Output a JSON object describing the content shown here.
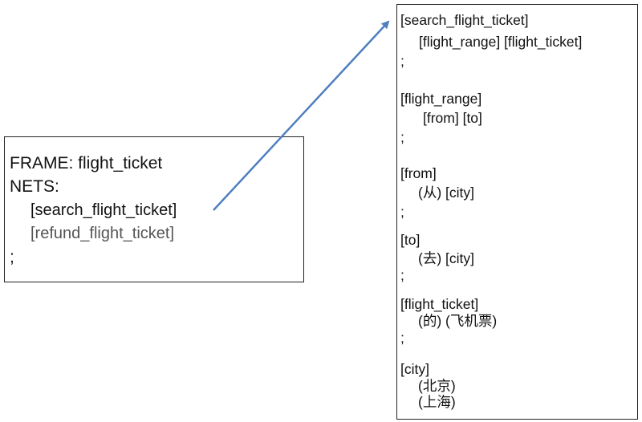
{
  "frame": {
    "frame_line": "FRAME: flight_ticket",
    "nets_line": "NETS:",
    "nets": [
      "[search_flight_ticket]",
      "[refund_flight_ticket]"
    ],
    "terminator": ";"
  },
  "grammar": {
    "lines": [
      "[search_flight_ticket]",
      "[flight_range] [flight_ticket]",
      ";",
      "[flight_range]",
      "[from] [to]",
      ";",
      "[from]",
      "(从) [city]",
      ";",
      "[to]",
      "(去) [city]",
      ";",
      "[flight_ticket]",
      "(的) (飞机票)",
      ";",
      "[city]",
      "(北京)",
      "(上海)"
    ]
  },
  "colors": {
    "arrow": "#4f7fbe",
    "border": "#222222",
    "secondary_text": "#555555"
  }
}
